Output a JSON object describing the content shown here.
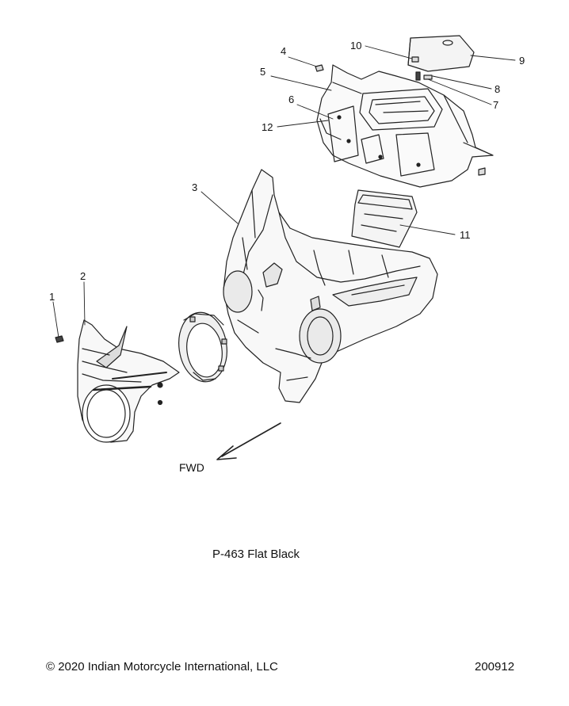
{
  "callouts": [
    "1",
    "2",
    "3",
    "4",
    "5",
    "6",
    "7",
    "8",
    "9",
    "10",
    "11",
    "12"
  ],
  "direction_label": "FWD",
  "paint_note": "P-463 Flat Black",
  "copyright": "© 2020 Indian Motorcycle International, LLC",
  "drawing_number": "200912"
}
